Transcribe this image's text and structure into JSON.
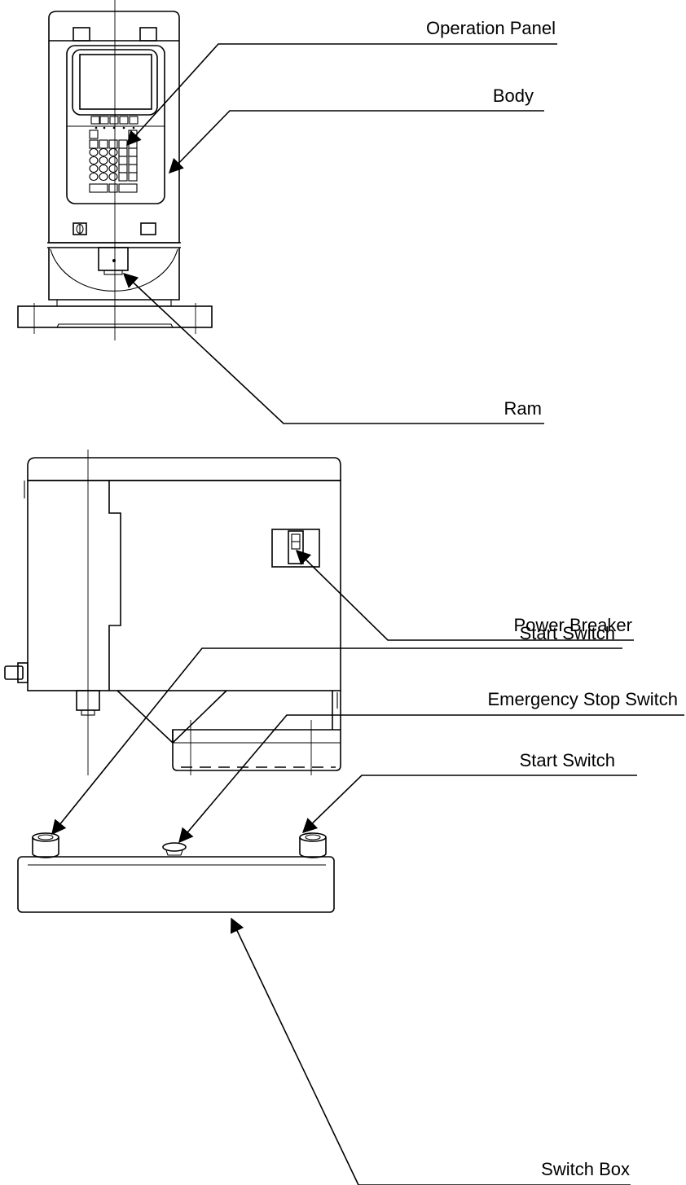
{
  "labels": {
    "operation_panel": "Operation Panel",
    "body": "Body",
    "ram": "Ram",
    "power_breaker": "Power Breaker",
    "start_switch_left": "Start Switch",
    "emergency_stop_switch": "Emergency Stop Switch",
    "start_switch_right": "Start Switch",
    "switch_box": "Switch Box"
  }
}
